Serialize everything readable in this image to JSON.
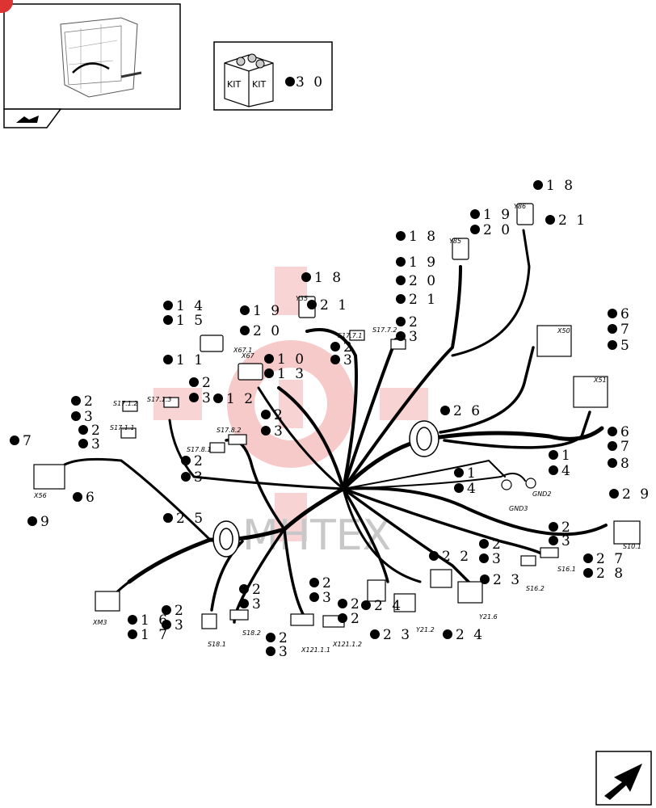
{
  "kit": {
    "word": "KIT",
    "qty": "3 0"
  },
  "watermark": "MHTEX",
  "callouts": [
    {
      "t": "1 8"
    },
    {
      "t": "1 9"
    },
    {
      "t": "2 0"
    },
    {
      "t": "2 1"
    },
    {
      "t": "1 8"
    },
    {
      "t": "1 9"
    },
    {
      "t": "2 0"
    },
    {
      "t": "2 1"
    },
    {
      "t": "1 8"
    },
    {
      "t": "1 9"
    },
    {
      "t": "2 0"
    },
    {
      "t": "2 1"
    },
    {
      "t": "1 4"
    },
    {
      "t": "1 5"
    },
    {
      "t": "1 1"
    },
    {
      "t": "1 0"
    },
    {
      "t": "1 3"
    },
    {
      "t": "1 2"
    },
    {
      "t": "2"
    },
    {
      "t": "3"
    },
    {
      "t": "2"
    },
    {
      "t": "3"
    },
    {
      "t": "2"
    },
    {
      "t": "3"
    },
    {
      "t": "2"
    },
    {
      "t": "3"
    },
    {
      "t": "2"
    },
    {
      "t": "3"
    },
    {
      "t": "2"
    },
    {
      "t": "3"
    },
    {
      "t": "2"
    },
    {
      "t": "3"
    },
    {
      "t": "6"
    },
    {
      "t": "7"
    },
    {
      "t": "5"
    },
    {
      "t": "6"
    },
    {
      "t": "7"
    },
    {
      "t": "8"
    },
    {
      "t": "2 6"
    },
    {
      "t": "1"
    },
    {
      "t": "4"
    },
    {
      "t": "1"
    },
    {
      "t": "4"
    },
    {
      "t": "7"
    },
    {
      "t": "6"
    },
    {
      "t": "9"
    },
    {
      "t": "2 5"
    },
    {
      "t": "1 6"
    },
    {
      "t": "1 7"
    },
    {
      "t": "2"
    },
    {
      "t": "3"
    },
    {
      "t": "2"
    },
    {
      "t": "3"
    },
    {
      "t": "2"
    },
    {
      "t": "3"
    },
    {
      "t": "2"
    },
    {
      "t": "3"
    },
    {
      "t": "2"
    },
    {
      "t": "2"
    },
    {
      "t": "2 2"
    },
    {
      "t": "2 4"
    },
    {
      "t": "2 3"
    },
    {
      "t": "2 3"
    },
    {
      "t": "2 4"
    },
    {
      "t": "2"
    },
    {
      "t": "3"
    },
    {
      "t": "2"
    },
    {
      "t": "3"
    },
    {
      "t": "2 9"
    },
    {
      "t": "2 7"
    },
    {
      "t": "2 8"
    }
  ],
  "labels": [
    {
      "t": "Y86"
    },
    {
      "t": "Y85"
    },
    {
      "t": "Y35"
    },
    {
      "t": "X67.1"
    },
    {
      "t": "X67"
    },
    {
      "t": "S17.7.1"
    },
    {
      "t": "S17.7.2"
    },
    {
      "t": "S17.1.2"
    },
    {
      "t": "S17.1.3"
    },
    {
      "t": "S17.1.1"
    },
    {
      "t": "S17.8.1"
    },
    {
      "t": "S17.8.2"
    },
    {
      "t": "X56"
    },
    {
      "t": "X50"
    },
    {
      "t": "X51"
    },
    {
      "t": "GND3"
    },
    {
      "t": "GND2"
    },
    {
      "t": "XM3"
    },
    {
      "t": "S18.1"
    },
    {
      "t": "S18.2"
    },
    {
      "t": "X121.1.1"
    },
    {
      "t": "X121.1.2"
    },
    {
      "t": "Y21.2"
    },
    {
      "t": "Y21.6"
    },
    {
      "t": "S16.2"
    },
    {
      "t": "S16.1"
    },
    {
      "t": "S10.1"
    }
  ]
}
